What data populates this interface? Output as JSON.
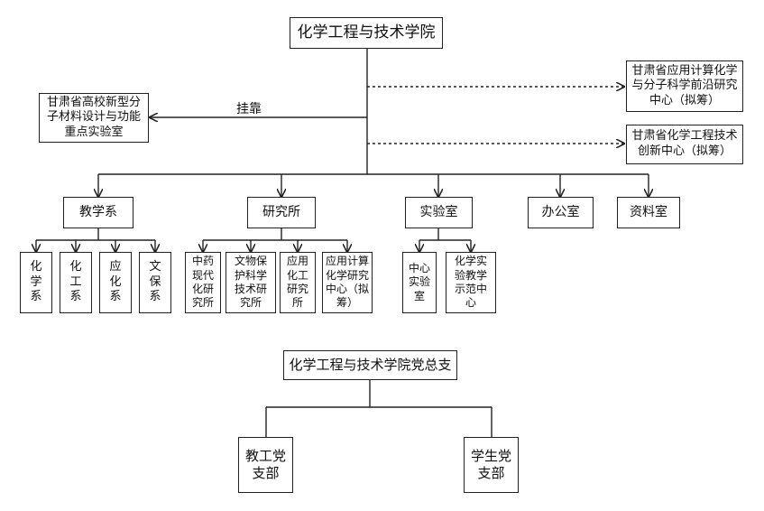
{
  "root": "化学工程与技术学院",
  "attached_lab": "甘肃省高校新型分\n子材料设计与功能\n重点实验室",
  "attached_label": "挂靠",
  "centers": [
    "甘肃省应用计算化学\n与分子科学前沿研究\n中心（拟筹）",
    "甘肃省化学工程技术\n创新中心（拟筹）"
  ],
  "departments": {
    "teaching": {
      "label": "教学系",
      "children": [
        "化\n学\n系",
        "化\n工\n系",
        "应\n化\n系",
        "文\n保\n系"
      ]
    },
    "research": {
      "label": "研究所",
      "children": [
        "中药\n现代\n化研\n究所",
        "文物保\n护科学\n技术研\n究所",
        "应用\n化工\n研究\n所",
        "应用计算\n化学研究\n中心（拟\n筹）"
      ]
    },
    "lab": {
      "label": "实验室",
      "children": [
        "中心\n实验\n室",
        "化学实\n验教学\n示范中\n心"
      ]
    },
    "office": {
      "label": "办公室"
    },
    "archive": {
      "label": "资料室"
    }
  },
  "party": {
    "root": "化学工程与技术学院党总支",
    "branches": [
      "教工党\n支部",
      "学生党\n支部"
    ]
  }
}
